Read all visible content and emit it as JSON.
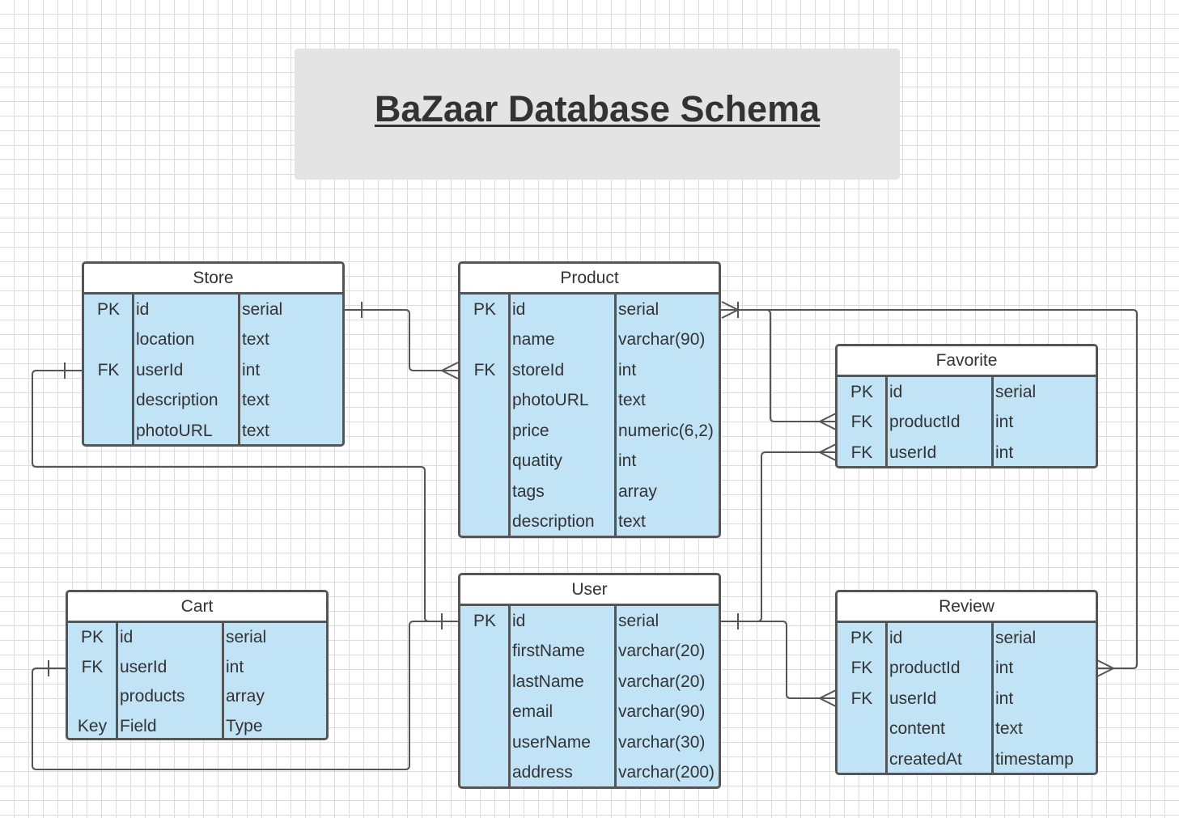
{
  "title": "BaZaar Database Schema",
  "colors": {
    "entity_fill": "#c0e3f5",
    "header_fill": "#ffffff",
    "border": "#555555",
    "title_fill": "#e4e4e4"
  },
  "entities": {
    "store": {
      "name": "Store",
      "rows": [
        {
          "key": "PK",
          "field": "id",
          "type": "serial"
        },
        {
          "key": "",
          "field": "location",
          "type": "text"
        },
        {
          "key": "FK",
          "field": "userId",
          "type": "int"
        },
        {
          "key": "",
          "field": "description",
          "type": "text"
        },
        {
          "key": "",
          "field": "photoURL",
          "type": "text"
        }
      ]
    },
    "product": {
      "name": "Product",
      "rows": [
        {
          "key": "PK",
          "field": "id",
          "type": "serial"
        },
        {
          "key": "",
          "field": "name",
          "type": "varchar(90)"
        },
        {
          "key": "FK",
          "field": "storeId",
          "type": "int"
        },
        {
          "key": "",
          "field": "photoURL",
          "type": "text"
        },
        {
          "key": "",
          "field": "price",
          "type": "numeric(6,2)"
        },
        {
          "key": "",
          "field": "quatity",
          "type": "int"
        },
        {
          "key": "",
          "field": "tags",
          "type": "array"
        },
        {
          "key": "",
          "field": "description",
          "type": "text"
        }
      ]
    },
    "favorite": {
      "name": "Favorite",
      "rows": [
        {
          "key": "PK",
          "field": "id",
          "type": "serial"
        },
        {
          "key": "FK",
          "field": "productId",
          "type": "int"
        },
        {
          "key": "FK",
          "field": "userId",
          "type": "int"
        }
      ]
    },
    "cart": {
      "name": "Cart",
      "rows": [
        {
          "key": "PK",
          "field": "id",
          "type": "serial"
        },
        {
          "key": "FK",
          "field": "userId",
          "type": "int"
        },
        {
          "key": "",
          "field": "products",
          "type": "array"
        },
        {
          "key": "Key",
          "field": "Field",
          "type": "Type"
        }
      ]
    },
    "user": {
      "name": "User",
      "rows": [
        {
          "key": "PK",
          "field": "id",
          "type": "serial"
        },
        {
          "key": "",
          "field": "firstName",
          "type": "varchar(20)"
        },
        {
          "key": "",
          "field": "lastName",
          "type": "varchar(20)"
        },
        {
          "key": "",
          "field": "email",
          "type": "varchar(90)"
        },
        {
          "key": "",
          "field": "userName",
          "type": "varchar(30)"
        },
        {
          "key": "",
          "field": "address",
          "type": "varchar(200)"
        }
      ]
    },
    "review": {
      "name": "Review",
      "rows": [
        {
          "key": "PK",
          "field": "id",
          "type": "serial"
        },
        {
          "key": "FK",
          "field": "productId",
          "type": "int"
        },
        {
          "key": "FK",
          "field": "userId",
          "type": "int"
        },
        {
          "key": "",
          "field": "content",
          "type": "text"
        },
        {
          "key": "",
          "field": "createdAt",
          "type": "timestamp"
        }
      ]
    }
  }
}
